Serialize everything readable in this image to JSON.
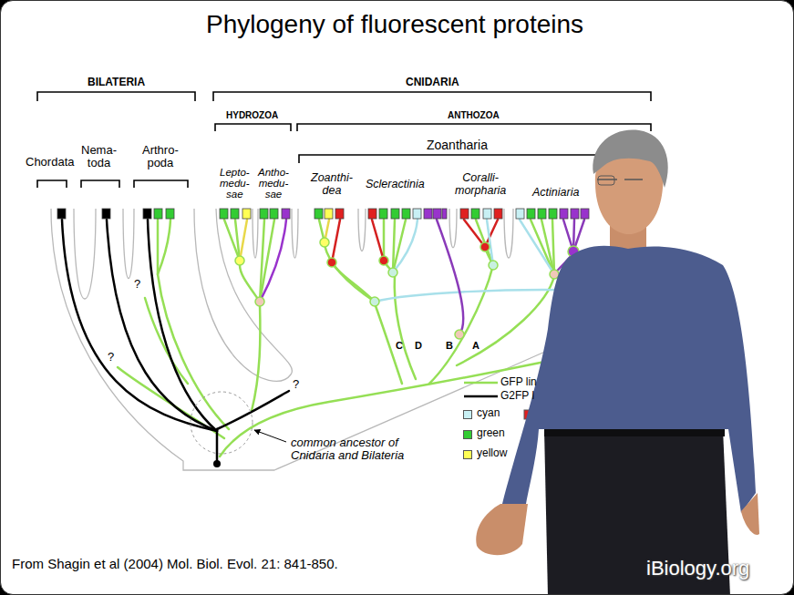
{
  "diagram": {
    "title": "Phylogeny of fluorescent proteins",
    "caption": "From Shagin et al (2004) Mol. Biol. Evol. 21: 841-850.",
    "labels": [
      "BILATERIA",
      "CNIDARIA",
      "HYDROZOA",
      "ANTHOZOA",
      "Zoantharia",
      "Chordata",
      "Nema- toda",
      "Arthro- poda",
      "Lepto- medu- sae",
      "Antho- medu- sae",
      "Zoanthi- dea",
      "Scleractinia",
      "Coralli- morpharia",
      "Actiniaria",
      "?",
      "?",
      "?",
      "C",
      "D",
      "B",
      "A",
      "common ancestor of Cnidaria and Bilateria",
      "iBiology.org"
    ],
    "legend": [
      {
        "text": "GFP lin"
      },
      {
        "text": "G2FP l"
      },
      {
        "text": "cyan",
        "color": "#c8f0f4"
      },
      {
        "text": "green",
        "color": "#33cc33"
      },
      {
        "text": "yellow",
        "color": "#ffff55"
      }
    ]
  }
}
